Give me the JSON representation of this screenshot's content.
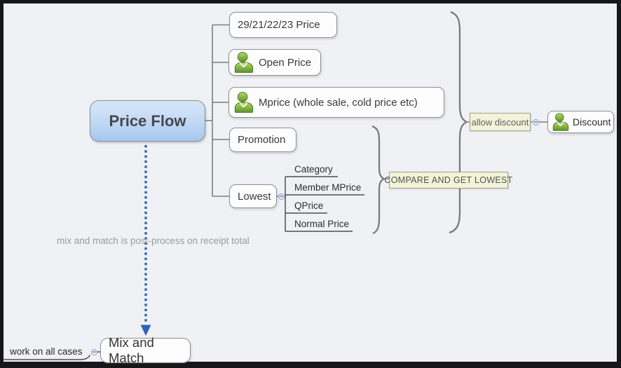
{
  "map": {
    "root": {
      "label": "Price Flow"
    },
    "children": [
      {
        "label": "29/21/22/23 Price",
        "icon": "none"
      },
      {
        "label": "Open Price",
        "icon": "person-icon"
      },
      {
        "label": "Mprice (whole sale, cold price etc)",
        "icon": "person-icon"
      },
      {
        "label": "Promotion",
        "icon": "none"
      },
      {
        "label": "Lowest",
        "icon": "none"
      }
    ],
    "lowest_children": [
      "Category",
      "Member MPrice",
      "QPrice",
      "Normal Price"
    ],
    "summary_compare": {
      "label": "COMPARE AND GET LOWEST"
    },
    "callout_allow_discount": {
      "label": "allow discount"
    },
    "discount": {
      "label": "Discount",
      "icon": "person-icon"
    },
    "mix_and_match": {
      "label": "Mix and Match"
    },
    "floating_work": {
      "label": "work on all cases"
    },
    "note": "mix and match is post-process on receipt total"
  },
  "colors": {
    "canvas_bg": "#eff1f5",
    "frame": "#17171b",
    "root_fill_top": "#cfe1f7",
    "root_fill_bottom": "#a6c9ef",
    "summary_fill": "#f3f3d9",
    "icon_green": "#74a435",
    "branch_line": "#7d7d7d",
    "relationship_arrow": "#3061c0"
  }
}
